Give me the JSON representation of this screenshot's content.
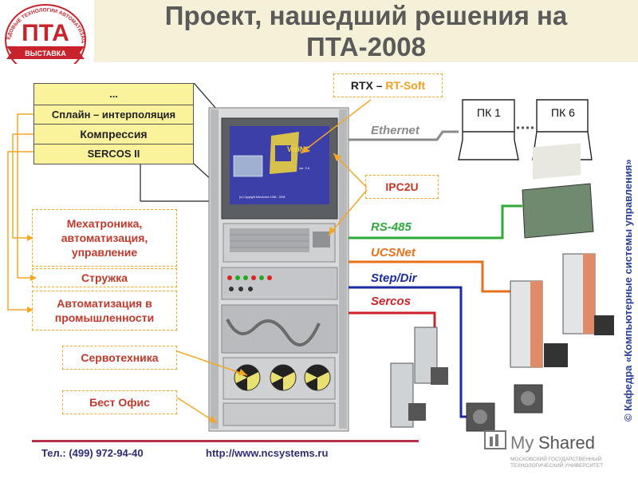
{
  "title": {
    "line1": "Проект, нашедший решения на",
    "line2": "ПТА-2008"
  },
  "logo": {
    "arc_text": "ПЕРЕДОВЫЕ ТЕХНОЛОГИИ АВТОМАТИЗАЦИИ",
    "main": "ПТА",
    "banner": "ВЫСТАВКА"
  },
  "software_stack": [
    "...",
    "Сплайн – интерполяция",
    "Компрессия",
    "SERCOS II"
  ],
  "left_labels": [
    "Мехатроника, автоматизация, управление",
    "Стружка",
    "Автоматизация в промышленности",
    "Сервотехника",
    "Бест Офис"
  ],
  "top_label": {
    "rtx": "RTX",
    "dash": " – ",
    "rtsoft": "RT-Soft"
  },
  "ipc_label": "IPC2U",
  "networks": [
    {
      "name": "Ethernet",
      "color": "#8a8a8a"
    },
    {
      "name": "RS-485",
      "color": "#2eaa3a"
    },
    {
      "name": "UCSNet",
      "color": "#e8701a"
    },
    {
      "name": "Step/Dir",
      "color": "#1a2ba0"
    },
    {
      "name": "Sercos",
      "color": "#d0202a"
    }
  ],
  "pcs": [
    "ПК 1",
    "ПК 6"
  ],
  "screen": {
    "brand": "VisiNC",
    "version": "ver. 2.6",
    "copyright": "(c) Copyright MicroLinks 1996 - 2008"
  },
  "vertical_text": "© Кафедра «Компьютерные системы управления»",
  "footer": {
    "phone": "Тел.: (499) 972-94-40",
    "url": "http://www.ncsystems.ru"
  },
  "watermark": {
    "brand_my": "My",
    "brand_shared": "Shared",
    "univ1": "МОСКОВСКИЙ ГОСУДАРСТВЕННЫЙ",
    "univ2": "ТЕХНОЛОГИЧЕСКИЙ УНИВЕРСИТЕТ"
  }
}
